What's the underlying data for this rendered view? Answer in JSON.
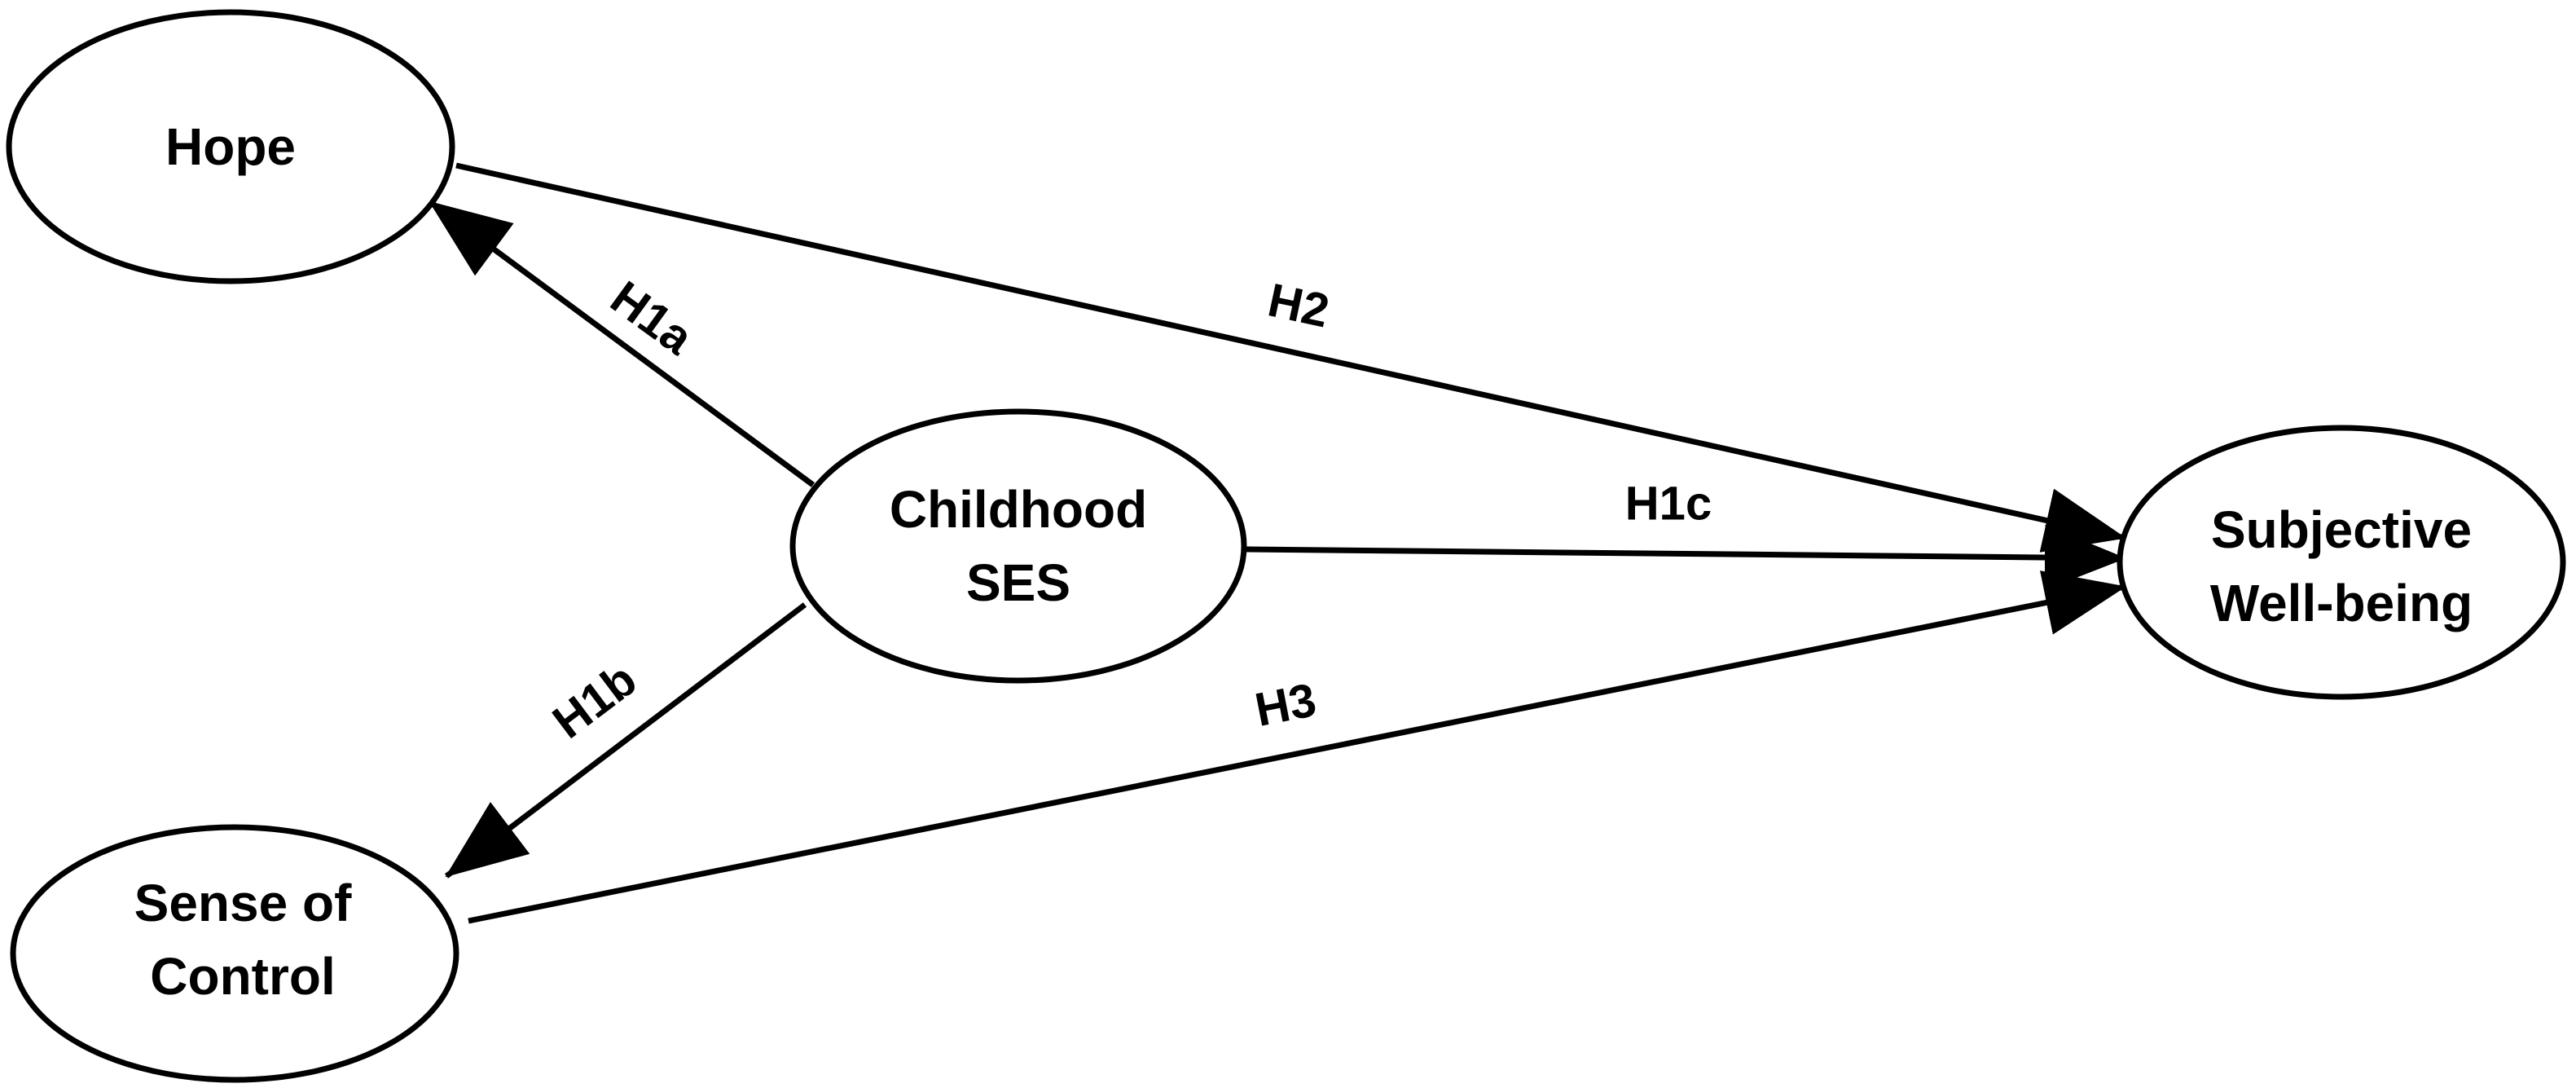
{
  "nodes": {
    "hope": {
      "lines": [
        "Hope"
      ]
    },
    "childhood_ses": {
      "lines": [
        "Childhood",
        "SES"
      ]
    },
    "sense_of_control": {
      "lines": [
        "Sense of",
        "Control"
      ]
    },
    "subjective_wellbeing": {
      "lines": [
        "Subjective",
        "Well-being"
      ]
    }
  },
  "edges": {
    "h1a": {
      "label": "H1a",
      "from": "childhood_ses",
      "to": "hope"
    },
    "h1b": {
      "label": "H1b",
      "from": "childhood_ses",
      "to": "sense_of_control"
    },
    "h1c": {
      "label": "H1c",
      "from": "childhood_ses",
      "to": "subjective_wellbeing"
    },
    "h2": {
      "label": "H2",
      "from": "hope",
      "to": "subjective_wellbeing"
    },
    "h3": {
      "label": "H3",
      "from": "sense_of_control",
      "to": "subjective_wellbeing"
    }
  },
  "colors": {
    "stroke": "#000000",
    "background": "#ffffff"
  }
}
